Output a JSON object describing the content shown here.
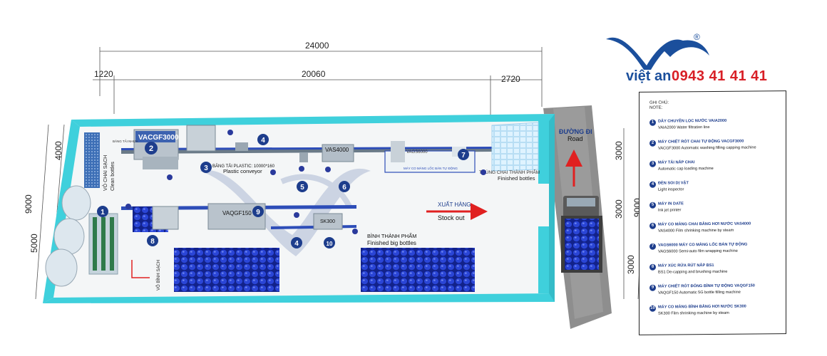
{
  "dimensions": {
    "total": "24000",
    "left": "1220",
    "middle": "20060",
    "right": "2720",
    "height_total": "9000",
    "height_top": "4000",
    "height_bottom": "5000",
    "road_1": "3000",
    "road_2": "3000",
    "road_3": "3000",
    "road_total": "9000"
  },
  "machines": {
    "vacgf3000": "VACGF3000",
    "vas4000": "VAS4000",
    "vags6000": "VAGS6000",
    "vaqgf150": "VAQGF150",
    "sk300": "SK300"
  },
  "markers": [
    "1",
    "2",
    "3",
    "4",
    "5",
    "6",
    "7",
    "8",
    "9",
    "10",
    "4"
  ],
  "labels": {
    "conveyor_vn": "BĂNG TẢI PLASTIC: 10000*160",
    "conveyor_en": "Plastic conveyor",
    "finished_bottles_vn": "THÙNG CHAI THÀNH PHẨM",
    "finished_bottles_en": "Finished bottles",
    "stock_out_vn": "XUẤT HÀNG",
    "stock_out_en": "Stock out",
    "big_bottles_vn": "BÌNH THÀNH PHẨM",
    "big_bottles_en": "Finished big bottles",
    "clean_bottles_vn": "VỎ CHAI SẠCH",
    "clean_bottles_en": "Clean bottles",
    "clean_jars_vn": "VỎ BÌNH SẠCH",
    "small_conveyor": "BĂNG TẢI NHỰA",
    "road_vn": "ĐƯỜNG ĐI",
    "road_en": "Road",
    "film_label": "MÁY CO MÀNG LỐC BÁN TỰ ĐỘNG"
  },
  "logo": {
    "brand": "việt an",
    "phone": "0943 41 41 41",
    "registered": "®"
  },
  "notes": {
    "title_vn": "GHI CHÚ:",
    "title_en": "NOTE:",
    "items": [
      {
        "n": "1",
        "vn": "DÂY CHUYỀN LỌC NƯỚC VAIA2000",
        "en": "VAIA2000 Water filtration line"
      },
      {
        "n": "2",
        "vn": "MÁY CHIẾT RÓT CHAI TỰ ĐỘNG VACGF3000",
        "en": "VACGF3000 Automatic washing filling capping machine"
      },
      {
        "n": "3",
        "vn": "MÁY TẢI NẮP CHAI",
        "en": "Automatic cap loading machine"
      },
      {
        "n": "4",
        "vn": "ĐÈN SOI DỊ VẬT",
        "en": "Light inspector"
      },
      {
        "n": "5",
        "vn": "MÁY IN DATE",
        "en": "Ink jet printer"
      },
      {
        "n": "6",
        "vn": "MÁY CO MÀNG CHAI BẰNG HƠI NƯỚC VAS4000",
        "en": "VAS4000 Film shrinking machine by steam"
      },
      {
        "n": "7",
        "vn": "VAGS6000 MÁY CO MÀNG LỐC BÁN TỰ ĐỘNG",
        "en": "VAGS6000 Semi-auto film wrapping machine"
      },
      {
        "n": "8",
        "vn": "MÁY XÚC RỬA RÚT NẮP BS1",
        "en": "BS1 De-capping and brushing machine"
      },
      {
        "n": "9",
        "vn": "MÁY CHIẾT RÓT ĐÓNG BÌNH TỰ ĐỘNG VAQGF150",
        "en": "VAQGF150 Automatic 5G bottle filling machine"
      },
      {
        "n": "10",
        "vn": "MÁY CO MÀNG BÌNH BẰNG HƠI NƯỚC SK300",
        "en": "SK300 Film shrinking machine by steam"
      }
    ]
  },
  "colors": {
    "wall": "#3fd0dc",
    "floor": "#f4f6f7",
    "machine": "#b9c3cc",
    "marker": "#1d3d8c",
    "jar": "#1a2fb8",
    "arrow": "#e02020",
    "road": "#8e8e8e"
  }
}
